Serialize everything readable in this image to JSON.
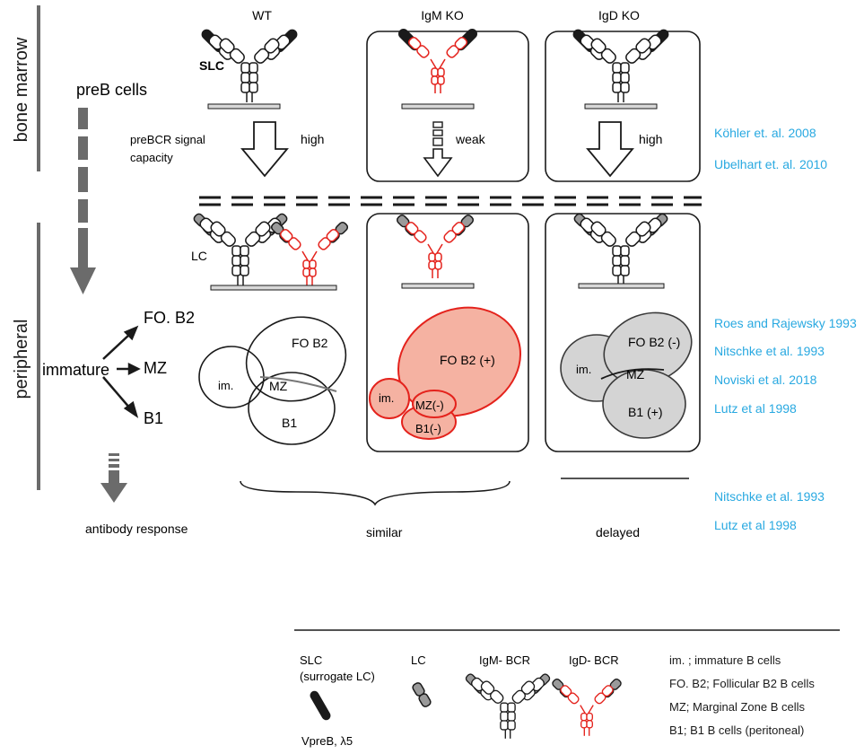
{
  "side_labels": {
    "bone_marrow": "bone marrow",
    "peripheral": "peripheral"
  },
  "columns": {
    "wt": "WT",
    "igm_ko": "IgM KO",
    "igd_ko": "IgD KO"
  },
  "bone_marrow": {
    "preb_cells": "preB cells",
    "slc": "SLC",
    "signal_label_1": "preBCR signal",
    "signal_label_2": "capacity",
    "wt_signal": "high",
    "igm_signal": "weak",
    "igd_signal": "high"
  },
  "peripheral_panel": {
    "lc": "LC",
    "fo_b2_arrow": "FO. B2",
    "immature_arrow": "immature",
    "mz_arrow": "MZ",
    "b1_arrow": "B1",
    "antibody_response": "antibody response",
    "similar": "similar",
    "delayed": "delayed"
  },
  "venn": {
    "wt": {
      "im": "im.",
      "fo": "FO B2",
      "mz": "MZ",
      "b1": "B1"
    },
    "igm_ko": {
      "im": "im.",
      "fo": "FO B2 (+)",
      "mz": "MZ(-)",
      "b1": "B1(-)"
    },
    "igd_ko": {
      "im": "im.",
      "fo": "FO B2 (-)",
      "mz": "MZ",
      "b1": "B1 (+)"
    }
  },
  "references": {
    "kohler": "Köhler et. al. 2008",
    "ubelhart": "Ubelhart et. al. 2010",
    "roes": "Roes and Rajewsky 1993",
    "nitschke_1": "Nitschke et al. 1993",
    "noviski": "Noviski et al. 2018",
    "lutz_1": "Lutz et al 1998",
    "nitschke_2": "Nitschke et al. 1993",
    "lutz_2": "Lutz et al 1998"
  },
  "legend": {
    "slc_1": "SLC",
    "slc_2": "(surrogate LC)",
    "slc_sub": "VpreB, λ5",
    "lc": "LC",
    "igm_bcr": "IgM- BCR",
    "igd_bcr": "IgD- BCR",
    "def_im": "im. ; immature B cells",
    "def_fo": "FO. B2; Follicular B2 B cells",
    "def_mz": "MZ; Marginal Zone B cells",
    "def_b1": "B1; B1 B cells (peritoneal)"
  },
  "colors": {
    "red": "#e4221c",
    "salmon": "#f5b2a2",
    "gray_fill": "#d4d4d4",
    "reference_blue": "#29a9e1",
    "dark": "#1a1a1a"
  }
}
